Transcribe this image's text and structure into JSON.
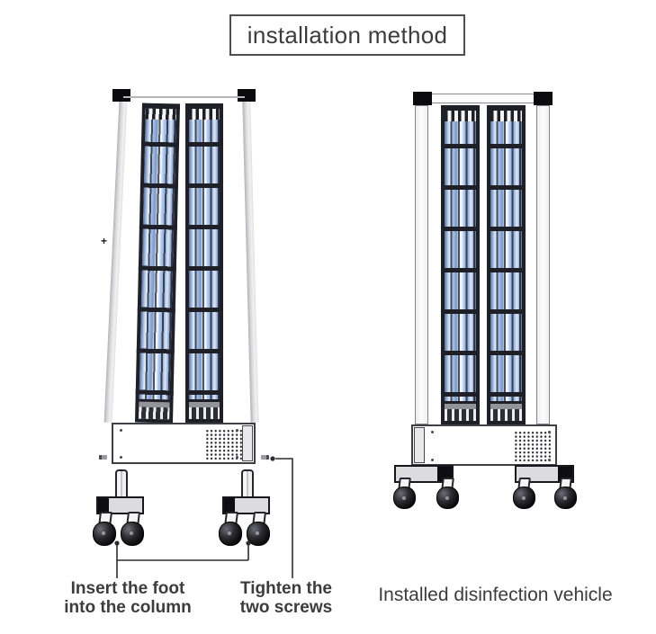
{
  "header": {
    "title": "installation method"
  },
  "annotations": {
    "insert_foot": {
      "line1": "Insert the foot",
      "line2": "into the column"
    },
    "tighten_screws": {
      "line1": "Tighten the",
      "line2": "two screws"
    },
    "installed_caption": "Installed disinfection vehicle",
    "plus_mark": "+"
  },
  "colors": {
    "text": "#3c3c3c",
    "box-border": "#4f4f4f",
    "callout-line": "#2e2e2e",
    "cage-dark": "#1f1f28",
    "lamp-blue": "#a9c4ea",
    "lamp-highlight": "#eef5fd",
    "lamp-shadow": "#5d6f92",
    "column-gray": "#d6d5d9",
    "metal-gray": "#dcdcdf",
    "panel-gray": "#e9e9ec",
    "wheel-black": "#121216",
    "outline-dark": "#2a2a30"
  }
}
